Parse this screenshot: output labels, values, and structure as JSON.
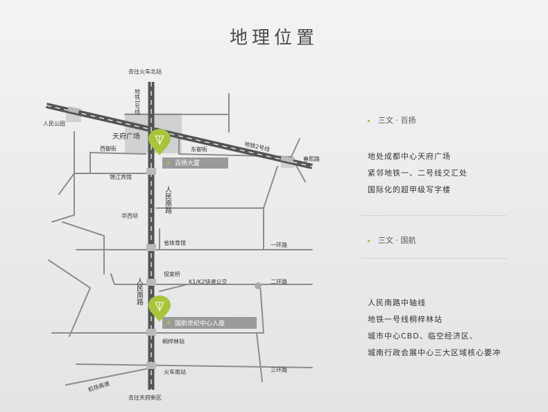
{
  "title": "地理位置",
  "map": {
    "labels": {
      "to_north_station": "去往火车北站",
      "metro_line1": "地铁1号线",
      "renmin_park": "人民公园",
      "tianfu_square": "天府广场",
      "xiyu_street": "西御街",
      "dongyu_street": "东御街",
      "metro_line2": "地铁2号线",
      "chunxi_road": "春熙路",
      "jinjiang_hotel": "锦江宾馆",
      "renmin_south_road_upper": "人民南路",
      "huaxi_hospital": "华西坝",
      "provincial_stadium": "省体育馆",
      "first_ring": "一环路",
      "niwangmiao": "倪家桥",
      "k1k2": "K1/K2快速公交",
      "second_ring": "二环路",
      "renmin_south_road_lower": "人民南路",
      "tongzilin": "桐梓林站",
      "airport_expressway": "机场高速",
      "south_station": "火车南站",
      "third_ring": "三环路",
      "to_tianfu_newdistrict": "去往天府新区"
    },
    "callouts": {
      "baiyang": "百扬大厦",
      "guohang": "国航世纪中心入座"
    }
  },
  "info": {
    "section1": {
      "title": "三文 · 百扬",
      "lines": [
        "地处成都中心天府广场",
        "紧邻地铁一、二号线交汇处",
        "国际化的超甲级写字楼"
      ]
    },
    "section2": {
      "title": "三文 · 国航",
      "lines": [
        "人民南路中轴线",
        "地铁一号线桐梓林站",
        "城市中心CBD、临空经济区、",
        "城南行政会展中心三大区域核心要冲"
      ]
    }
  },
  "colors": {
    "accent": "#a8c53a",
    "road": "#8c8c8c",
    "metro": "#555555",
    "callout_bg": "#9a9a9a"
  }
}
